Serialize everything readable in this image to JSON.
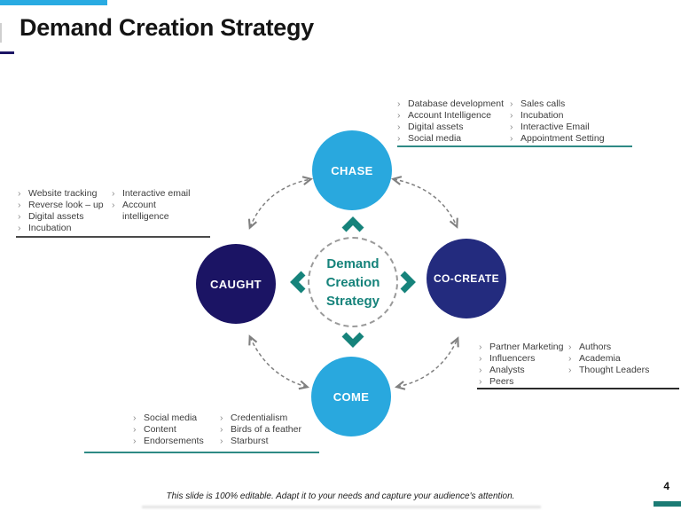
{
  "title": "Demand Creation Strategy",
  "page_number": "4",
  "footer": "This slide is 100% editable. Adapt it to your needs and capture your audience's attention.",
  "ui": {
    "bullet_char": "›"
  },
  "center": {
    "line1": "Demand",
    "line2": "Creation",
    "line3": "Strategy"
  },
  "nodes": {
    "chase": "CHASE",
    "caught": "CAUGHT",
    "cocreate": "CO-CREATE",
    "come": "COME"
  },
  "groups": {
    "chase": {
      "col1": [
        "Database development",
        "Account Intelligence",
        "Digital assets",
        "Social media"
      ],
      "col2": [
        "Sales calls",
        "Incubation",
        "Interactive Email",
        "Appointment Setting"
      ]
    },
    "caught": {
      "col1": [
        "Website tracking",
        "Reverse look – up",
        "Digital assets",
        "Incubation"
      ],
      "col2": [
        "Interactive email",
        "Account",
        "intelligence"
      ]
    },
    "cocreate": {
      "col1": [
        "Partner Marketing",
        "Influencers",
        "Analysts",
        "Peers"
      ],
      "col2": [
        "Authors",
        "Academia",
        "Thought Leaders"
      ]
    },
    "come": {
      "col1": [
        "Social media",
        "Content",
        "Endorsements"
      ],
      "col2": [
        "Credentialism",
        "Birds of a feather",
        "Starburst"
      ]
    }
  },
  "colors": {
    "accent_cyan": "#29ABE2",
    "light_blue": "#29A8DE",
    "navy": "#1B1464",
    "dark_blue": "#232B7E",
    "teal": "#16837B",
    "arrow_gray": "#808080"
  }
}
